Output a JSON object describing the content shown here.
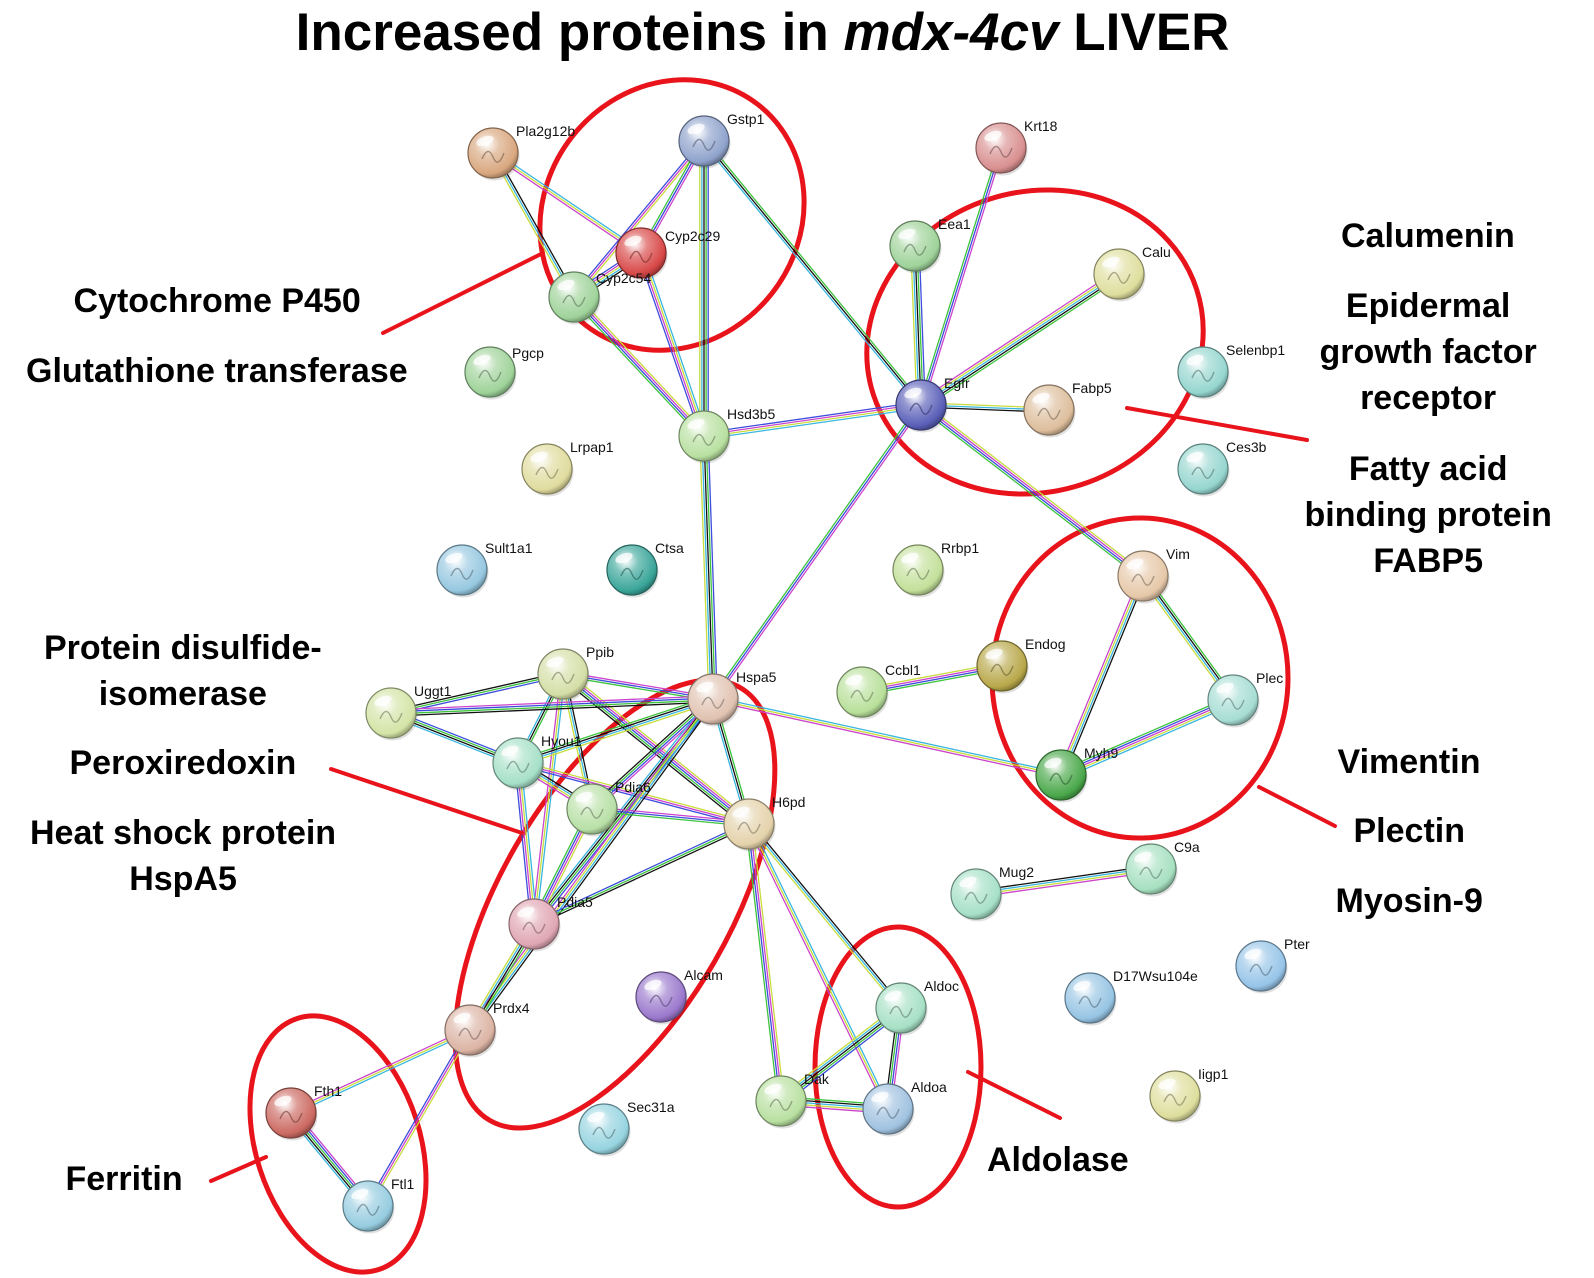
{
  "title": {
    "prefix": "Increased proteins in ",
    "italic": "mdx-4cv",
    "suffix": " LIVER"
  },
  "nodes": [
    {
      "id": "Pla2g12b",
      "color": "#d9a77f"
    },
    {
      "id": "Gstp1",
      "color": "#8fa3cc"
    },
    {
      "id": "Cyp2c29",
      "color": "#d84848"
    },
    {
      "id": "Cyp2c54",
      "color": "#9fd39a"
    },
    {
      "id": "Pgcp",
      "color": "#9fd39a"
    },
    {
      "id": "Krt18",
      "color": "#d98f8f"
    },
    {
      "id": "Eea1",
      "color": "#9fd39a"
    },
    {
      "id": "Calu",
      "color": "#dede9e"
    },
    {
      "id": "Selenbp1",
      "color": "#96d6d0"
    },
    {
      "id": "Egfr",
      "color": "#5a5fb8"
    },
    {
      "id": "Fabp5",
      "color": "#ddbe9c"
    },
    {
      "id": "Ces3b",
      "color": "#96d6d0"
    },
    {
      "id": "Hsd3b5",
      "color": "#b8e0a0"
    },
    {
      "id": "Lrpap1",
      "color": "#e0dc9e"
    },
    {
      "id": "Sult1a1",
      "color": "#96c8e0"
    },
    {
      "id": "Ctsa",
      "color": "#3aa59a"
    },
    {
      "id": "Rrbp1",
      "color": "#c3e09a"
    },
    {
      "id": "Vim",
      "color": "#e6c8a8"
    },
    {
      "id": "Ppib",
      "color": "#d4dea6"
    },
    {
      "id": "Uggt1",
      "color": "#d4e4a6"
    },
    {
      "id": "Hspa5",
      "color": "#e0c2b0"
    },
    {
      "id": "Ccbl1",
      "color": "#b8e09a"
    },
    {
      "id": "Endog",
      "color": "#b8a84a"
    },
    {
      "id": "Plec",
      "color": "#a6ddd4"
    },
    {
      "id": "Hyou1",
      "color": "#a6e0c8"
    },
    {
      "id": "Pdia6",
      "color": "#b8e0a6"
    },
    {
      "id": "Myh9",
      "color": "#4aa84a"
    },
    {
      "id": "H6pd",
      "color": "#e4d2aa"
    },
    {
      "id": "C9a",
      "color": "#a6e0c0"
    },
    {
      "id": "Mug2",
      "color": "#a6e0c8"
    },
    {
      "id": "Pdia5",
      "color": "#e0a6b4"
    },
    {
      "id": "Pter",
      "color": "#96c4e8"
    },
    {
      "id": "D17Wsu104e",
      "color": "#96c4e4"
    },
    {
      "id": "Alcam",
      "color": "#9a78cc"
    },
    {
      "id": "Aldoc",
      "color": "#a6e0c4"
    },
    {
      "id": "Prdx4",
      "color": "#dcb4a4"
    },
    {
      "id": "Fth1",
      "color": "#cc6a62"
    },
    {
      "id": "Dak",
      "color": "#b8e0a0"
    },
    {
      "id": "Aldoa",
      "color": "#a0c2e0"
    },
    {
      "id": "Iigp1",
      "color": "#dede9e"
    },
    {
      "id": "Sec31a",
      "color": "#96d4e0"
    },
    {
      "id": "Ftl1",
      "color": "#96cce0"
    }
  ],
  "edges": [
    [
      "Pla2g12b",
      "Cyp2c54"
    ],
    [
      "Pla2g12b",
      "Cyp2c29"
    ],
    [
      "Gstp1",
      "Cyp2c54"
    ],
    [
      "Gstp1",
      "Cyp2c29"
    ],
    [
      "Gstp1",
      "Hsd3b5"
    ],
    [
      "Gstp1",
      "Egfr"
    ],
    [
      "Cyp2c29",
      "Cyp2c54"
    ],
    [
      "Cyp2c29",
      "Hsd3b5"
    ],
    [
      "Cyp2c54",
      "Hsd3b5"
    ],
    [
      "Krt18",
      "Egfr"
    ],
    [
      "Eea1",
      "Egfr"
    ],
    [
      "Calu",
      "Egfr"
    ],
    [
      "Fabp5",
      "Egfr"
    ],
    [
      "Egfr",
      "Hsd3b5"
    ],
    [
      "Egfr",
      "Vim"
    ],
    [
      "Egfr",
      "Hspa5"
    ],
    [
      "Hsd3b5",
      "Hspa5"
    ],
    [
      "Vim",
      "Plec"
    ],
    [
      "Vim",
      "Myh9"
    ],
    [
      "Plec",
      "Myh9"
    ],
    [
      "Ccbl1",
      "Endog"
    ],
    [
      "Ppib",
      "Hspa5"
    ],
    [
      "Ppib",
      "Uggt1"
    ],
    [
      "Ppib",
      "Hyou1"
    ],
    [
      "Ppib",
      "Pdia6"
    ],
    [
      "Ppib",
      "Pdia5"
    ],
    [
      "Ppib",
      "H6pd"
    ],
    [
      "Uggt1",
      "Hspa5"
    ],
    [
      "Uggt1",
      "Hyou1"
    ],
    [
      "Hyou1",
      "Hspa5"
    ],
    [
      "Hyou1",
      "Pdia6"
    ],
    [
      "Hyou1",
      "Pdia5"
    ],
    [
      "Hyou1",
      "H6pd"
    ],
    [
      "Hspa5",
      "Pdia6"
    ],
    [
      "Hspa5",
      "Pdia5"
    ],
    [
      "Hspa5",
      "H6pd"
    ],
    [
      "Hspa5",
      "Prdx4"
    ],
    [
      "Hspa5",
      "Myh9"
    ],
    [
      "Pdia6",
      "Pdia5"
    ],
    [
      "Pdia6",
      "H6pd"
    ],
    [
      "Pdia5",
      "H6pd"
    ],
    [
      "Pdia5",
      "Prdx4"
    ],
    [
      "H6pd",
      "Aldoc"
    ],
    [
      "H6pd",
      "Aldoa"
    ],
    [
      "H6pd",
      "Dak"
    ],
    [
      "Aldoc",
      "Aldoa"
    ],
    [
      "Aldoc",
      "Dak"
    ],
    [
      "Dak",
      "Aldoa"
    ],
    [
      "Mug2",
      "C9a"
    ],
    [
      "Prdx4",
      "Fth1"
    ],
    [
      "Prdx4",
      "Ftl1"
    ],
    [
      "Fth1",
      "Ftl1"
    ]
  ],
  "annotations": [
    {
      "id": "cyp",
      "lines": [
        "Cytochrome P450"
      ]
    },
    {
      "id": "gst",
      "lines": [
        "Glutathione transferase"
      ]
    },
    {
      "id": "calu",
      "lines": [
        "Calumenin"
      ]
    },
    {
      "id": "egfr",
      "lines": [
        "Epidermal",
        "growth factor",
        "receptor"
      ]
    },
    {
      "id": "fabp",
      "lines": [
        "Fatty acid",
        "binding protein",
        "FABP5"
      ]
    },
    {
      "id": "pdi",
      "lines": [
        "Protein disulfide-",
        "isomerase"
      ]
    },
    {
      "id": "prdx",
      "lines": [
        "Peroxiredoxin"
      ]
    },
    {
      "id": "hsp",
      "lines": [
        "Heat shock protein",
        "HspA5"
      ]
    },
    {
      "id": "vim",
      "lines": [
        "Vimentin"
      ]
    },
    {
      "id": "plec",
      "lines": [
        "Plectin"
      ]
    },
    {
      "id": "myo",
      "lines": [
        "Myosin-9"
      ]
    },
    {
      "id": "ferr",
      "lines": [
        "Ferritin"
      ]
    },
    {
      "id": "aldo",
      "lines": [
        "Aldolase"
      ]
    }
  ],
  "colors": {
    "highlight": "#e8131b",
    "edge_palette": [
      "#111111",
      "#38b6e0",
      "#c8dc3c",
      "#cc44cc",
      "#3c4cdc",
      "#3cc43c"
    ]
  }
}
